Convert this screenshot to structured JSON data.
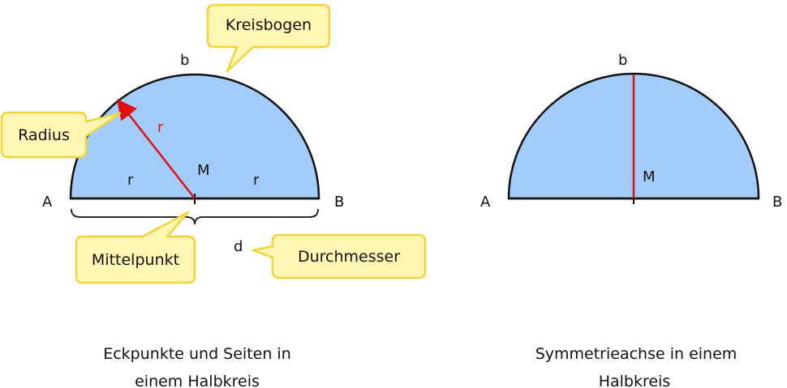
{
  "colors": {
    "fill": "#a3ccfb",
    "outline": "#111111",
    "accent": "#dd1111",
    "callout_fill": "#fff6b3",
    "callout_stroke": "#f2d43a"
  },
  "left": {
    "point_a": "A",
    "point_b": "B",
    "arc_label": "b",
    "center_label": "M",
    "radius_label": "r",
    "left_r": "r",
    "right_r": "r",
    "diameter_label": "d",
    "callouts": {
      "arc": "Kreisbogen",
      "radius": "Radius",
      "center": "Mittelpunkt",
      "diameter": "Durchmesser"
    },
    "caption_line1": "Eckpunkte und Seiten in",
    "caption_line2": "einem Halbkreis"
  },
  "right": {
    "point_a": "A",
    "point_b": "B",
    "arc_label": "b",
    "center_label": "M",
    "caption_line1": "Symmetrieachse in einem",
    "caption_line2": "Halbkreis"
  }
}
